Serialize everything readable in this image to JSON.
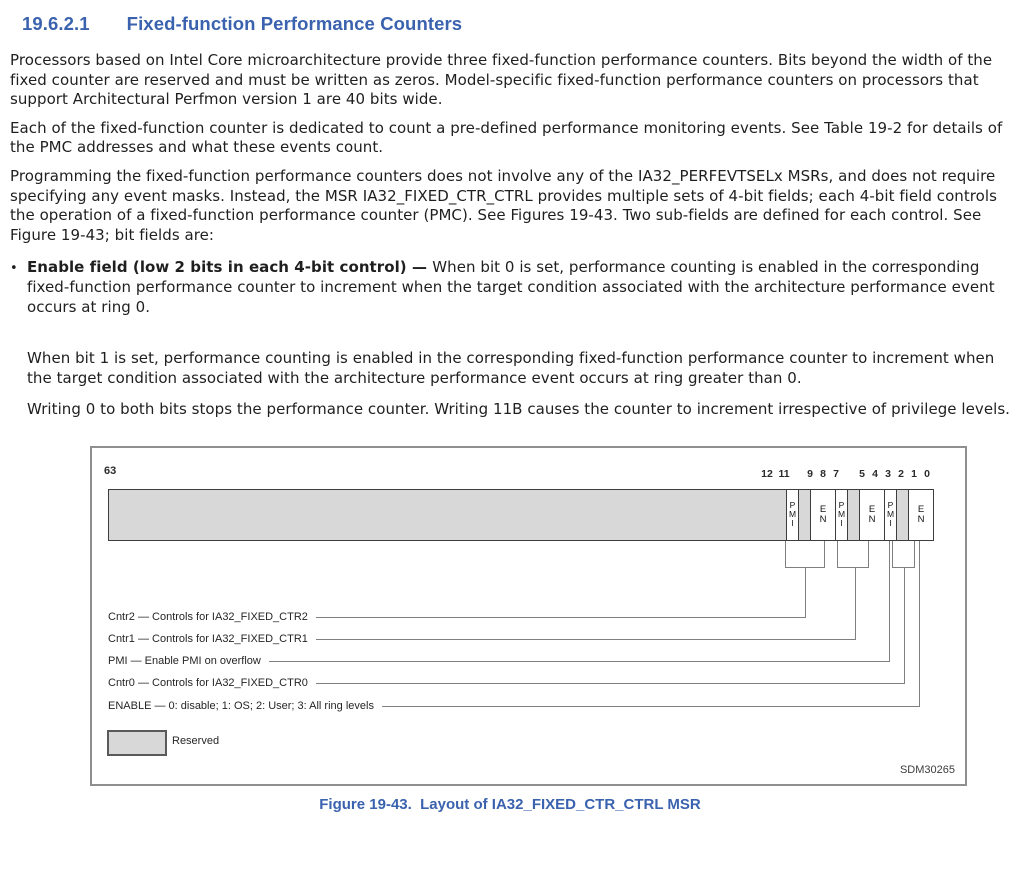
{
  "colors": {
    "accent_blue": "#3a62ae",
    "body_text": "#1f1f1f",
    "reserved_gray": "#d8d8d8",
    "connector_gray": "#7f7f7f"
  },
  "heading": {
    "number": "19.6.2.1",
    "title": "Fixed-function Performance Counters"
  },
  "paragraphs": [
    "Processors based on Intel Core microarchitecture provide three fixed-function performance counters. Bits beyond the width of the fixed counter are reserved and must be written as zeros. Model-specific fixed-function performance counters on processors that support Architectural Perfmon version 1 are 40 bits wide.",
    "Each of the fixed-function counter is dedicated to count a pre-defined performance monitoring events. See Table 19-2 for details of the PMC addresses and what these events count.",
    "Programming the fixed-function performance counters does not involve any of the IA32_PERFEVTSELx MSRs, and does not require specifying any event masks. Instead, the MSR IA32_FIXED_CTR_CTRL provides multiple sets of 4-bit fields; each 4-bit field controls the operation of a fixed-function performance counter (PMC). See Figures 19-43. Two sub-fields are defined for each control. See Figure 19-43; bit fields are:"
  ],
  "bullet": {
    "marker": "•",
    "lead_bold": "Enable field (low 2 bits in each 4-bit control)",
    "dash": " — ",
    "text": "When bit 0 is set, performance counting is enabled in the corresponding fixed-function performance counter to increment when the target condition associated with the architecture performance event occurs at ring 0.",
    "sub_paragraphs": [
      "When bit 1 is set, performance counting is enabled in the corresponding fixed-function performance counter to increment when the target condition associated with the architecture performance event occurs at ring greater than 0.",
      "Writing 0 to both bits stops the performance counter. Writing 11B causes the counter to increment irrespective of privilege levels."
    ]
  },
  "figure": {
    "left_bit_label": "63",
    "bit_numbers": [
      "12",
      "11",
      "9",
      "8",
      "7",
      "5",
      "4",
      "3",
      "2",
      "1",
      "0"
    ],
    "register_cells": [
      {
        "kind": "reserved",
        "name": "reserved-63-12",
        "letters": []
      },
      {
        "kind": "field",
        "name": "pmi-bit-11",
        "letters": [
          "P",
          "M",
          "I"
        ]
      },
      {
        "kind": "reserved",
        "name": "reserved-bit-10",
        "letters": []
      },
      {
        "kind": "field",
        "name": "en-bits-9-8",
        "letters": [
          "E",
          "N"
        ]
      },
      {
        "kind": "field",
        "name": "pmi-bit-7",
        "letters": [
          "P",
          "M",
          "I"
        ]
      },
      {
        "kind": "reserved",
        "name": "reserved-bit-6",
        "letters": []
      },
      {
        "kind": "field",
        "name": "en-bits-5-4",
        "letters": [
          "E",
          "N"
        ]
      },
      {
        "kind": "field",
        "name": "pmi-bit-3",
        "letters": [
          "P",
          "M",
          "I"
        ]
      },
      {
        "kind": "reserved",
        "name": "reserved-bit-2",
        "letters": []
      },
      {
        "kind": "field",
        "name": "en-bits-1-0",
        "letters": [
          "E",
          "N"
        ]
      }
    ],
    "callouts": [
      "Cntr2 — Controls for IA32_FIXED_CTR2",
      "Cntr1 — Controls for IA32_FIXED_CTR1",
      "PMI — Enable PMI on overflow",
      "Cntr0 — Controls for IA32_FIXED_CTR0",
      "ENABLE — 0: disable; 1: OS; 2: User; 3: All ring levels"
    ],
    "legend_label": "Reserved",
    "doc_number": "SDM30265",
    "caption": "Figure 19-43.  Layout of IA32_FIXED_CTR_CTRL MSR"
  }
}
